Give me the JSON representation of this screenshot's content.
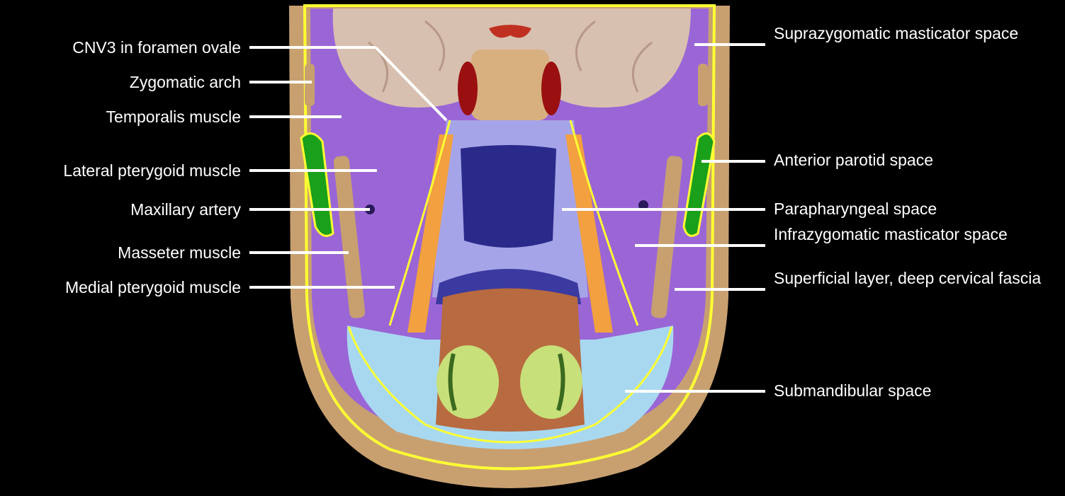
{
  "labels": {
    "left": [
      "CNV3 in foramen ovale",
      "Zygomatic arch",
      "Temporalis muscle",
      "Lateral pterygoid muscle",
      "Maxillary artery",
      "Masseter muscle",
      "Medial pterygoid muscle"
    ],
    "right": [
      "Suprazygomatic masticator space",
      "Anterior parotid space",
      "Parapharyngeal space",
      "Infrazygomatic masticator space",
      "Superficial layer, deep cervical fascia",
      "Submandibular space"
    ]
  },
  "colors": {
    "background": "#000000",
    "skin": "#c8a070",
    "fascia": "#ffff33",
    "muscle": "#9a66d6",
    "parotid": "#1aa01a",
    "parapharyngeal": "#f2a040",
    "submandibular": "#a8d8f0",
    "airway": "#2a2a8a",
    "tongue": "#b86a40",
    "sublingual": "#c8e07a",
    "brain": "#d8c0b0"
  }
}
